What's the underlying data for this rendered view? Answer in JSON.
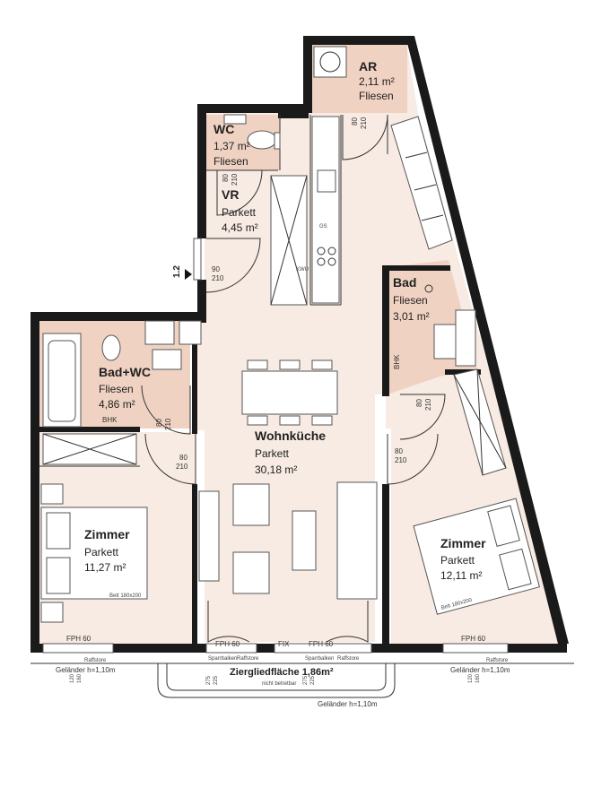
{
  "rooms": {
    "ar": {
      "name": "AR",
      "area": "2,11 m²",
      "floor": "Fliesen"
    },
    "wc": {
      "name": "WC",
      "area": "1,37 m²",
      "floor": "Fliesen"
    },
    "vr": {
      "name": "VR",
      "floor": "Parkett",
      "area": "4,45 m²"
    },
    "bad": {
      "name": "Bad",
      "floor": "Fliesen",
      "area": "3,01 m²"
    },
    "badwc": {
      "name": "Bad+WC",
      "floor": "Fliesen",
      "area": "4,86 m²"
    },
    "wohnkueche": {
      "name": "Wohnküche",
      "floor": "Parkett",
      "area": "30,18 m²"
    },
    "zimmer1": {
      "name": "Zimmer",
      "floor": "Parkett",
      "area": "11,27 m²"
    },
    "zimmer2": {
      "name": "Zimmer",
      "floor": "Parkett",
      "area": "12,11 m²"
    },
    "balkon": {
      "name": "Ziergliedfläche 1,86m²",
      "note": "nicht betretbar"
    }
  },
  "doors": {
    "ar": [
      "80",
      "210"
    ],
    "wc": [
      "80",
      "210"
    ],
    "entry": [
      "90",
      "210"
    ],
    "bad": [
      "80",
      "210"
    ],
    "badwc": [
      "80",
      "210"
    ],
    "zimmer1": [
      "80",
      "210"
    ],
    "zimmer2": [
      "80",
      "210"
    ]
  },
  "entry_marker": "1.2",
  "labels": {
    "bhk": "BHK",
    "fph": "FPH 60",
    "fix": "FIX",
    "gelaender": "Geländer h=1,10m",
    "raffstore": "Raffstore",
    "sparrbalken": "Sparrbalken",
    "bett1": "Bett 180x200",
    "bett2": "Bett 180x200",
    "window_dims": [
      "120",
      "160"
    ],
    "balk_dims": [
      "275",
      "225"
    ],
    "kueche_kwu": "KWU",
    "kueche_gs": "GS"
  },
  "colors": {
    "wet_room": "#f0d2c2",
    "living": "#f7ebe3",
    "wall": "#1a1a1a"
  }
}
